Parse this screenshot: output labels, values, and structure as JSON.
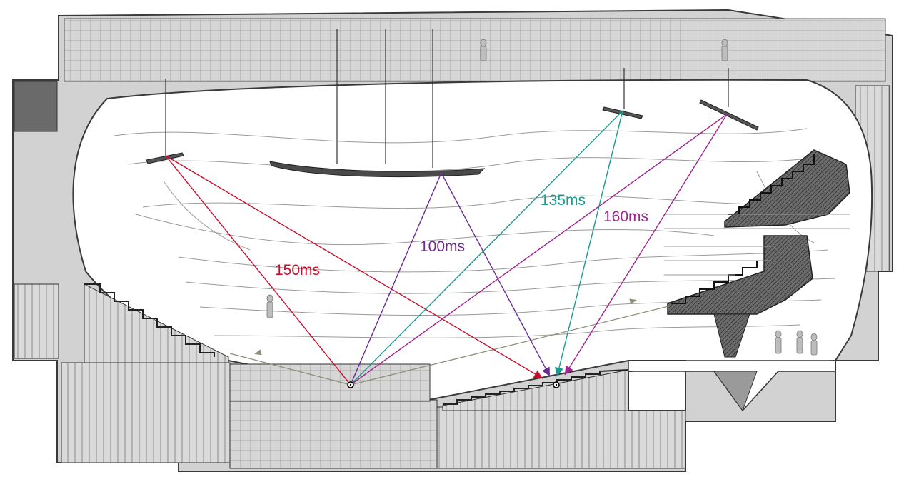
{
  "diagram": {
    "reflections": [
      {
        "label": "150ms",
        "color": "#c8102e"
      },
      {
        "label": "100ms",
        "color": "#6a2c91"
      },
      {
        "label": "135ms",
        "color": "#1a9a8e"
      },
      {
        "label": "160ms",
        "color": "#a0228f"
      }
    ],
    "colors": {
      "outline": "#3a3a3a",
      "wall_fill": "#d2d2d2",
      "interior_fill": "#ffffff",
      "dark_fill": "#5a5a5a",
      "direct_path": "#8a8f78"
    },
    "icons": [
      "source-marker-icon",
      "receiver-marker-icon"
    ]
  }
}
